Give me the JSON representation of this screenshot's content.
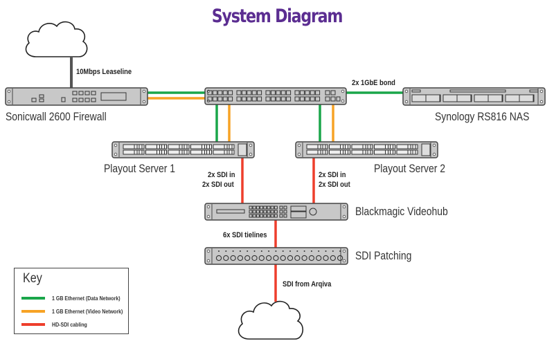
{
  "title": "System Diagram",
  "colors": {
    "title": "#5b2d91",
    "data_network": "#1aa64a",
    "video_network": "#f7a325",
    "sdi": "#ee3e2c",
    "device_fill": "#c8c8c8",
    "device_stroke": "#444444"
  },
  "nodes": {
    "internet_cloud": {
      "type": "cloud",
      "label": ""
    },
    "firewall": {
      "type": "rack-device",
      "label": "Sonicwall 2600 Firewall"
    },
    "switch": {
      "type": "network-switch",
      "label": ""
    },
    "nas": {
      "type": "rack-device",
      "label": "Synology RS816 NAS"
    },
    "playout1": {
      "type": "rack-server",
      "label": "Playout Server 1"
    },
    "playout2": {
      "type": "rack-server",
      "label": "Playout Server 2"
    },
    "videohub": {
      "type": "router",
      "label": "Blackmagic Videohub"
    },
    "patching": {
      "type": "patch-panel",
      "label": "SDI  Patching"
    },
    "arqiva_cloud": {
      "type": "cloud",
      "label": ""
    }
  },
  "cable_labels": {
    "leaseline": "10Mbps Leaseline",
    "bond": "2x 1GbE bond",
    "p1_sdi_in": "2x SDI in",
    "p1_sdi_out": "2x SDI out",
    "p2_sdi_in": "2x SDI in",
    "p2_sdi_out": "2x SDI out",
    "tielines": "6x SDI tielines",
    "arqiva": "SDI from Arqiva"
  },
  "edges": [
    {
      "from": "internet_cloud",
      "to": "firewall",
      "kind": "wan",
      "label": "10Mbps Leaseline"
    },
    {
      "from": "firewall",
      "to": "switch",
      "kind": "data_network"
    },
    {
      "from": "firewall",
      "to": "switch",
      "kind": "video_network"
    },
    {
      "from": "switch",
      "to": "nas",
      "kind": "data_network",
      "label": "2x 1GbE bond"
    },
    {
      "from": "switch",
      "to": "playout1",
      "kind": "data_network"
    },
    {
      "from": "switch",
      "to": "playout1",
      "kind": "video_network"
    },
    {
      "from": "switch",
      "to": "playout2",
      "kind": "data_network"
    },
    {
      "from": "switch",
      "to": "playout2",
      "kind": "video_network"
    },
    {
      "from": "playout1",
      "to": "videohub",
      "kind": "sdi",
      "label": "2x SDI in / 2x SDI out"
    },
    {
      "from": "playout2",
      "to": "videohub",
      "kind": "sdi",
      "label": "2x SDI in / 2x SDI out"
    },
    {
      "from": "videohub",
      "to": "patching",
      "kind": "sdi",
      "label": "6x SDI tielines"
    },
    {
      "from": "arqiva_cloud",
      "to": "patching",
      "kind": "sdi",
      "label": "SDI from Arqiva"
    }
  ],
  "key": {
    "title": "Key",
    "items": [
      {
        "label": "1 GB Ethernet (Data Network)",
        "color": "#1aa64a"
      },
      {
        "label": "1 GB Ethernet (Video Network)",
        "color": "#f7a325"
      },
      {
        "label": "HD-SDI cabling",
        "color": "#ee3e2c"
      }
    ]
  }
}
